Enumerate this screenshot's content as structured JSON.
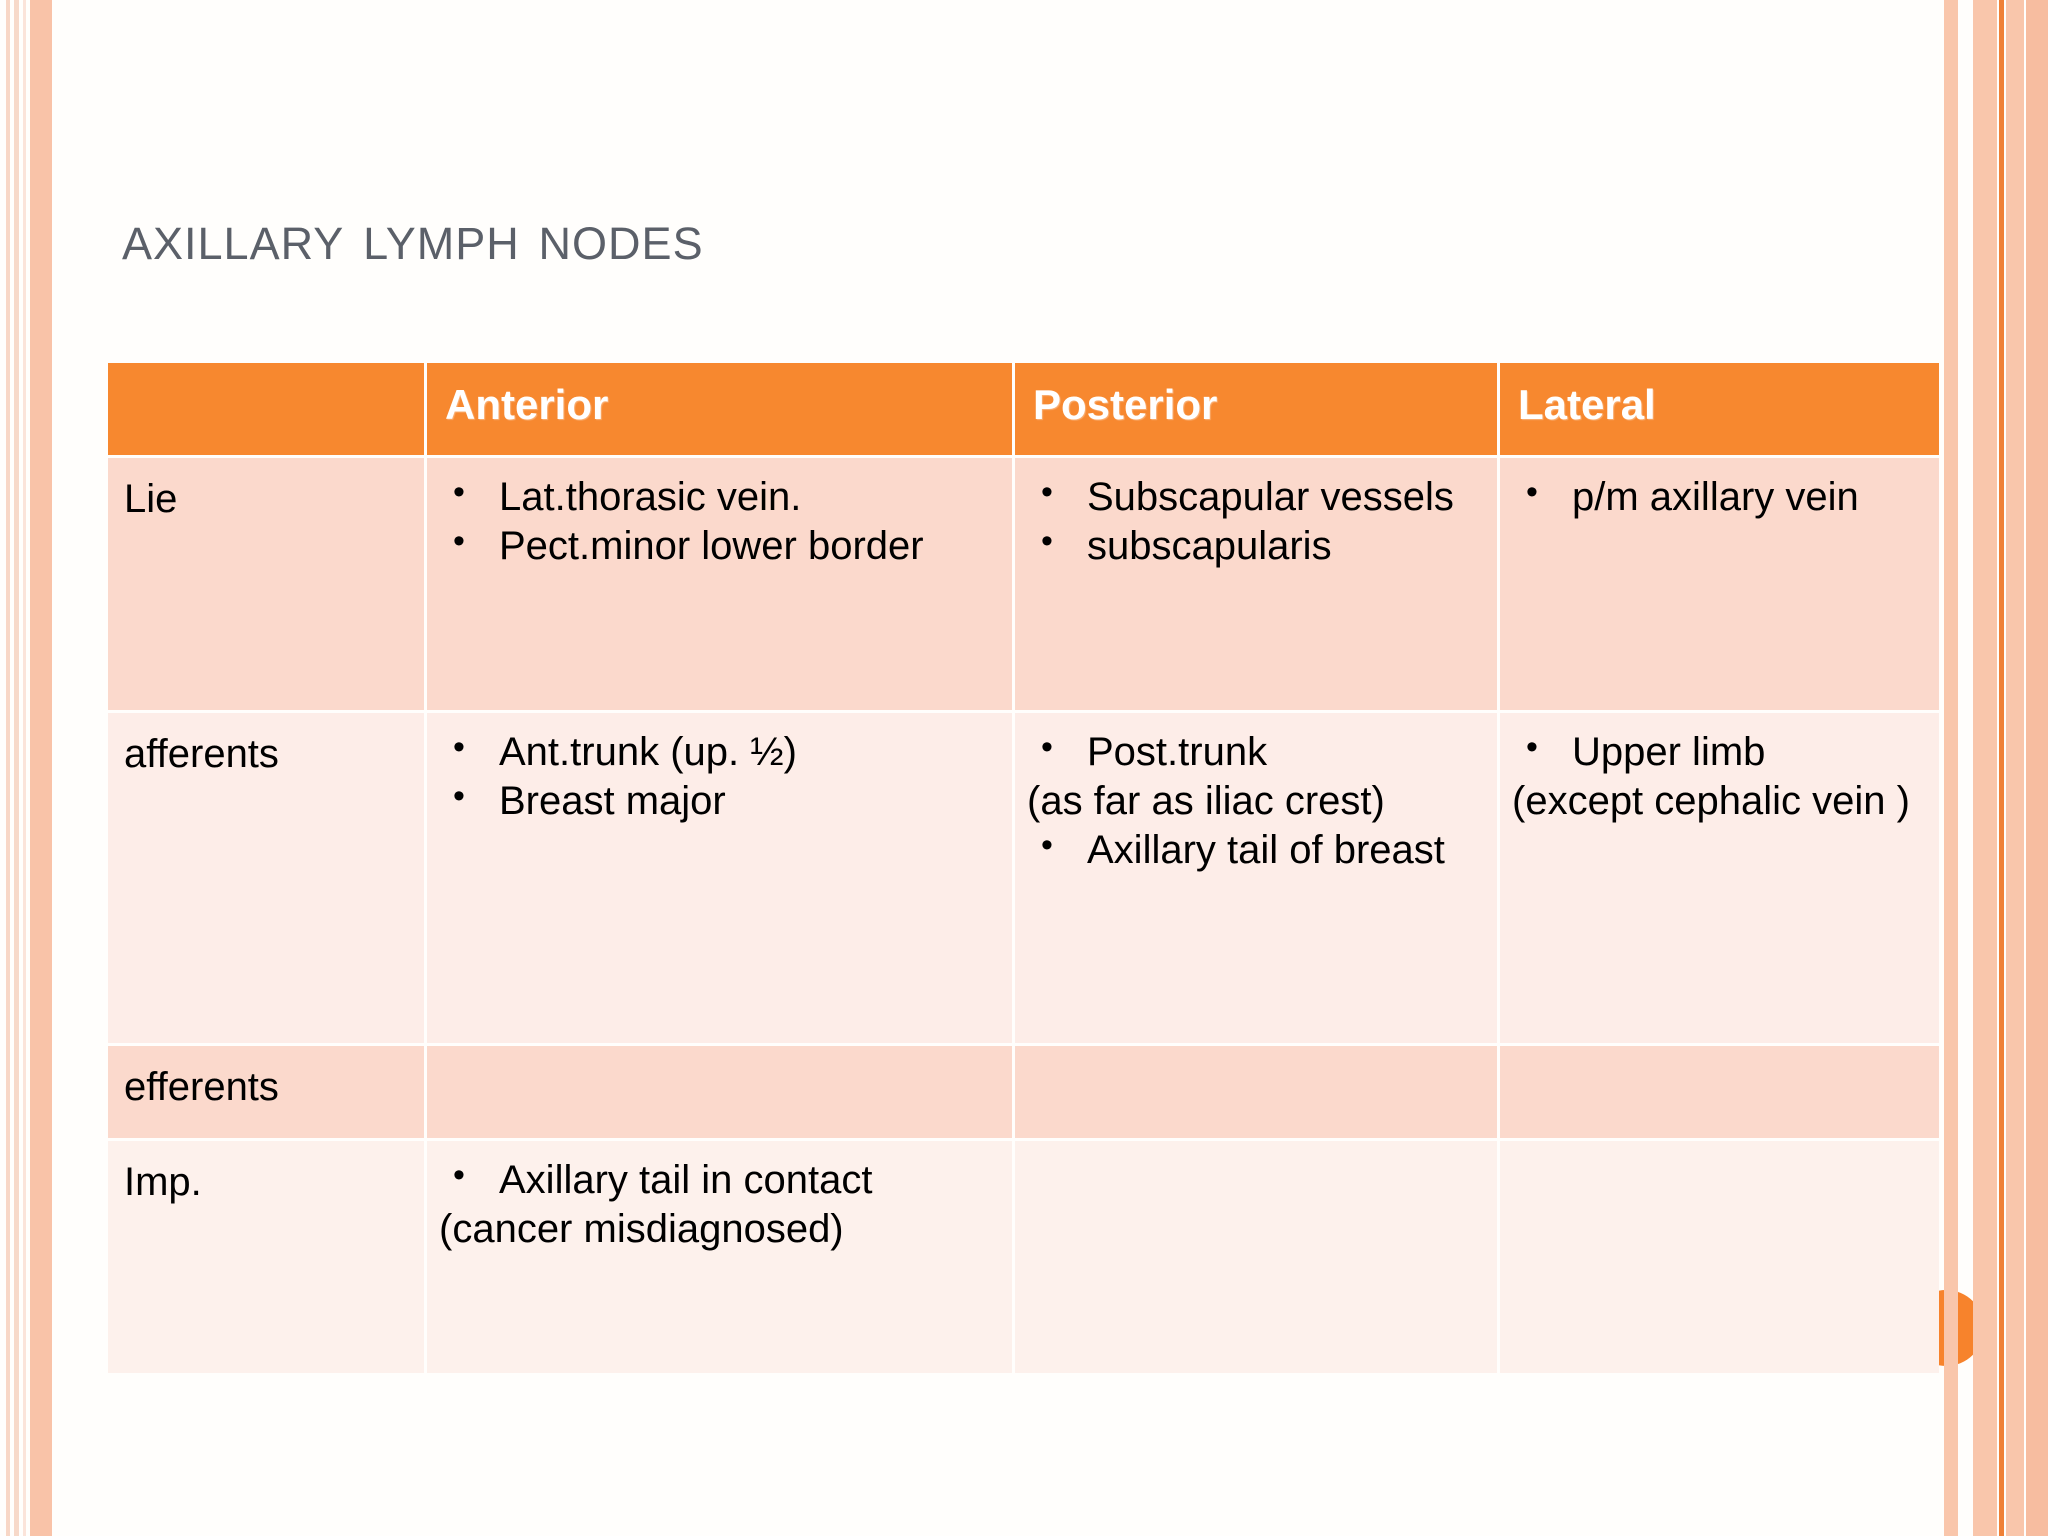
{
  "slide": {
    "title": "Axillary lymph nodes",
    "colors": {
      "title_text": "#5b6069",
      "header_orange": "#f7882f",
      "row_dark": "#fbd9cc",
      "row_light": "#fdede8",
      "accent_dot": "#f7832c",
      "stripe_peach": "#f9c6ab"
    }
  },
  "table": {
    "headers": [
      "",
      "Anterior",
      "Posterior",
      "Lateral"
    ],
    "rows": [
      {
        "label": "Lie",
        "anterior": [
          "Lat.thorasic vein.",
          "Pect.minor lower border"
        ],
        "posterior": [
          "Subscapular vessels",
          "subscapularis"
        ],
        "lateral": [
          "p/m axillary vein"
        ]
      },
      {
        "label": "afferents",
        "anterior": [
          "Ant.trunk (up. ½)",
          "Breast major"
        ],
        "posterior_bullet1": "Post.trunk",
        "posterior_cont1": "(as far as iliac crest)",
        "posterior_bullet2": "Axillary tail of breast",
        "lateral_bullet1": "Upper limb",
        "lateral_cont1": "(except cephalic vein )"
      },
      {
        "label": "efferents",
        "anterior": [],
        "posterior": [],
        "lateral": []
      },
      {
        "label": "Imp.",
        "anterior_bullet1": "Axillary tail in contact",
        "anterior_cont1": "(cancer misdiagnosed)",
        "posterior": [],
        "lateral": []
      }
    ]
  }
}
